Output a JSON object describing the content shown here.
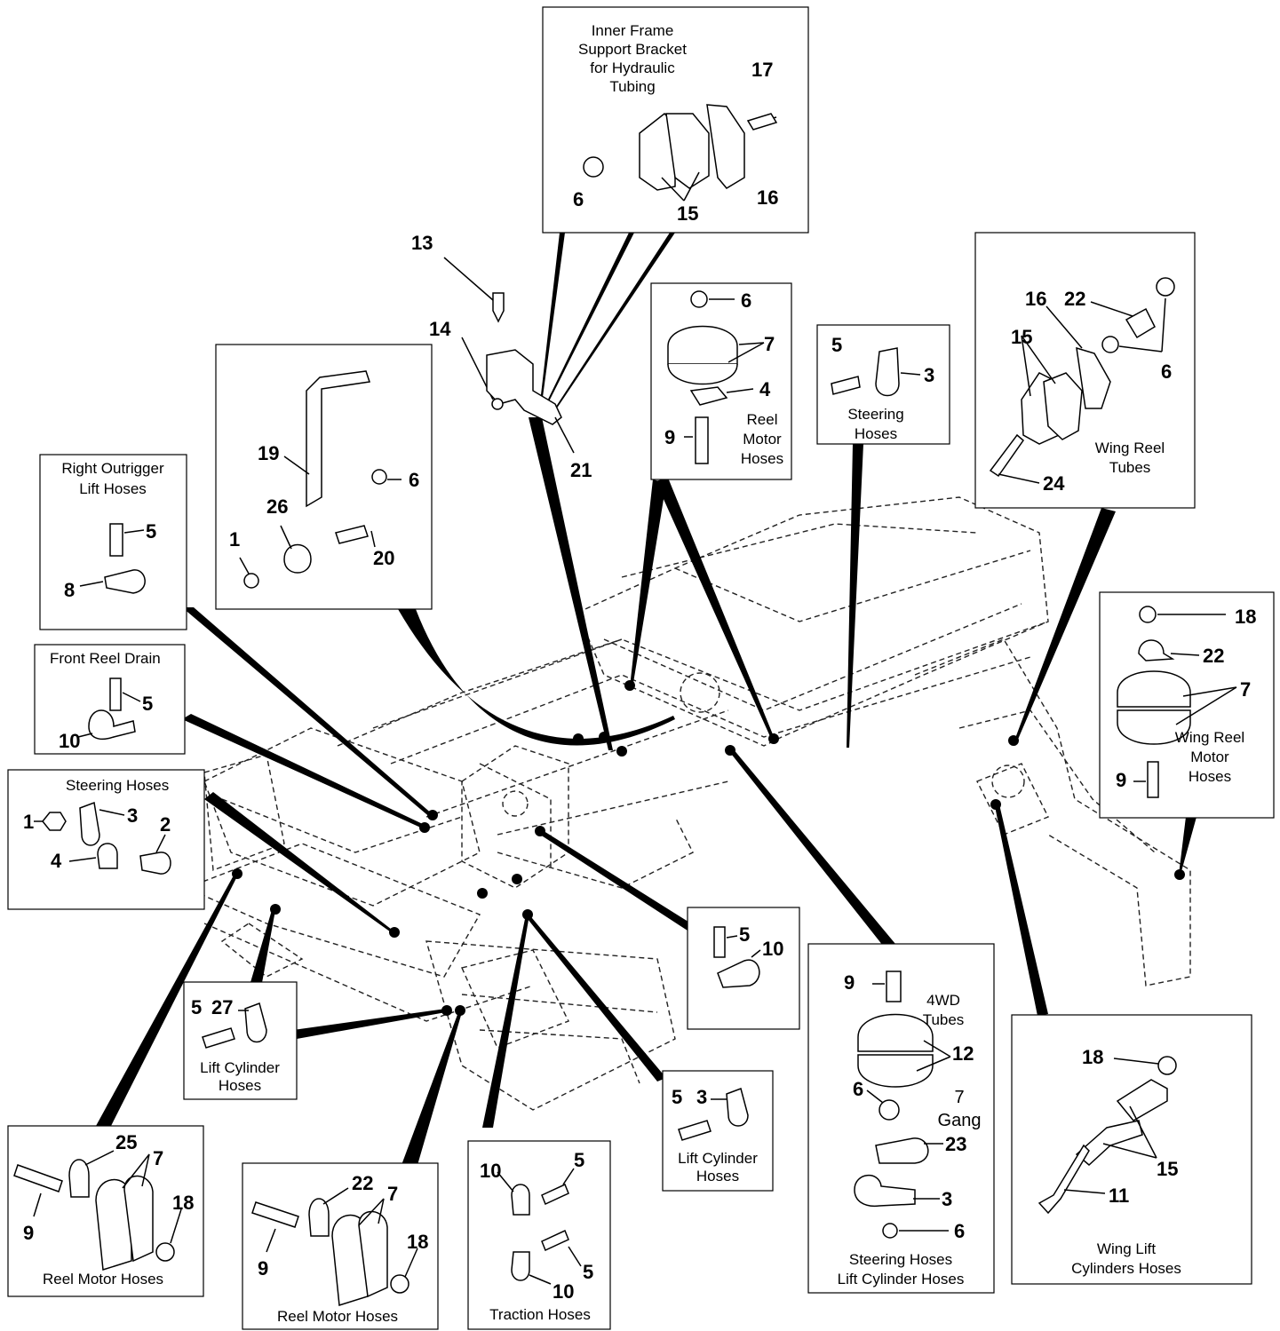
{
  "boxes": {
    "inner_frame": {
      "title_lines": [
        "Inner Frame",
        "Support Bracket",
        "for Hydraulic",
        "Tubing"
      ],
      "callouts": [
        "17",
        "6",
        "15",
        "16"
      ]
    },
    "bracket_group": {
      "callouts": [
        "19",
        "6",
        "26",
        "20",
        "1"
      ]
    },
    "right_outrigger": {
      "title_lines": [
        "Right Outrigger",
        "Lift Hoses"
      ],
      "callouts": [
        "5",
        "8"
      ]
    },
    "front_reel_drain": {
      "title_lines": [
        "Front Reel Drain"
      ],
      "callouts": [
        "5",
        "10"
      ]
    },
    "steering_hoses_left": {
      "title_lines": [
        "Steering Hoses"
      ],
      "callouts": [
        "1",
        "3",
        "2",
        "4"
      ]
    },
    "reel_motor_top": {
      "title_lines": [
        "Reel",
        "Motor",
        "Hoses"
      ],
      "callouts": [
        "6",
        "7",
        "4",
        "9"
      ]
    },
    "steering_top": {
      "title_lines": [
        "Steering",
        "Hoses"
      ],
      "callouts": [
        "5",
        "3"
      ]
    },
    "wing_reel_tubes": {
      "title_lines": [
        "Wing Reel",
        "Tubes"
      ],
      "callouts": [
        "16",
        "22",
        "15",
        "6",
        "24"
      ]
    },
    "wing_reel_motor": {
      "title_lines": [
        "Wing Reel",
        "Motor",
        "Hoses"
      ],
      "callouts": [
        "18",
        "22",
        "7",
        "9"
      ]
    },
    "clamp_5_10": {
      "callouts": [
        "5",
        "10"
      ]
    },
    "lift_cyl_left": {
      "title_lines": [
        "Lift Cylinder",
        "Hoses"
      ],
      "callouts": [
        "5",
        "27"
      ]
    },
    "lift_cyl_mid": {
      "title_lines": [
        "Lift Cylinder",
        "Hoses"
      ],
      "callouts": [
        "5",
        "3"
      ]
    },
    "four_wd": {
      "title_lines": [
        "4WD",
        "Tubes"
      ],
      "gang_lines": [
        "7",
        "Gang"
      ],
      "bottom_lines": [
        "Steering Hoses",
        "Lift Cylinder Hoses"
      ],
      "callouts": [
        "9",
        "12",
        "6",
        "23",
        "3",
        "6"
      ]
    },
    "wing_lift": {
      "title_lines": [
        "Wing Lift",
        "Cylinders Hoses"
      ],
      "callouts": [
        "18",
        "15",
        "11"
      ]
    },
    "reel_motor_bl": {
      "title_lines": [
        "Reel Motor Hoses"
      ],
      "callouts": [
        "25",
        "7",
        "9",
        "18"
      ]
    },
    "reel_motor_bm": {
      "title_lines": [
        "Reel Motor Hoses"
      ],
      "callouts": [
        "22",
        "7",
        "9",
        "18"
      ]
    },
    "traction": {
      "title_lines": [
        "Traction Hoses"
      ],
      "callouts": [
        "10",
        "5",
        "5",
        "10"
      ]
    }
  },
  "floating_callouts": [
    "13",
    "14",
    "21"
  ]
}
